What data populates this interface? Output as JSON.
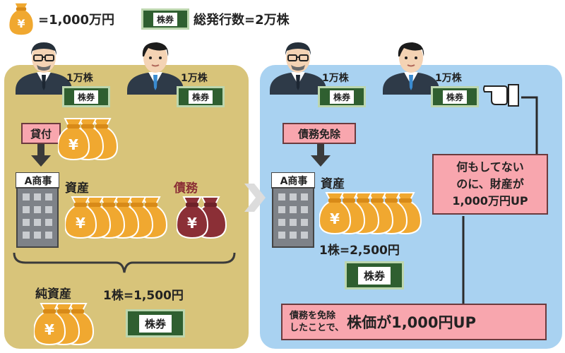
{
  "legend": {
    "bag_eq": "=1,000万円",
    "stock_label": "株券",
    "total_shares": "総発行数=2万株"
  },
  "left": {
    "person1_shares": "1万株",
    "person2_shares": "1万株",
    "loan_label": "貸付",
    "company_label": "A商事",
    "assets_label": "資産",
    "debt_label": "債務",
    "net_assets_label": "純資産",
    "per_share": "1株=1,500円"
  },
  "right": {
    "person1_shares": "1万株",
    "person2_shares": "1万株",
    "waiver_label": "債務免除",
    "company_label": "A商事",
    "assets_label": "資産",
    "per_share": "1株=2,500円",
    "callout_line1": "何もしてない",
    "callout_line2": "のに、財産が",
    "callout_line3": "1,000万円UP",
    "bottom_small_line1": "債務を免除",
    "bottom_small_line2": "したことで、",
    "bottom_big": "株価が1,000円UP"
  },
  "icons": {
    "yen_glyph": "¥"
  },
  "colors": {
    "left_panel": "#d8c47a",
    "right_panel": "#a9d2f1",
    "bag_orange": "#f0a830",
    "bag_red": "#8b2f36",
    "label_pink": "#f8a6ae",
    "stock_green": "#2f5f30"
  }
}
